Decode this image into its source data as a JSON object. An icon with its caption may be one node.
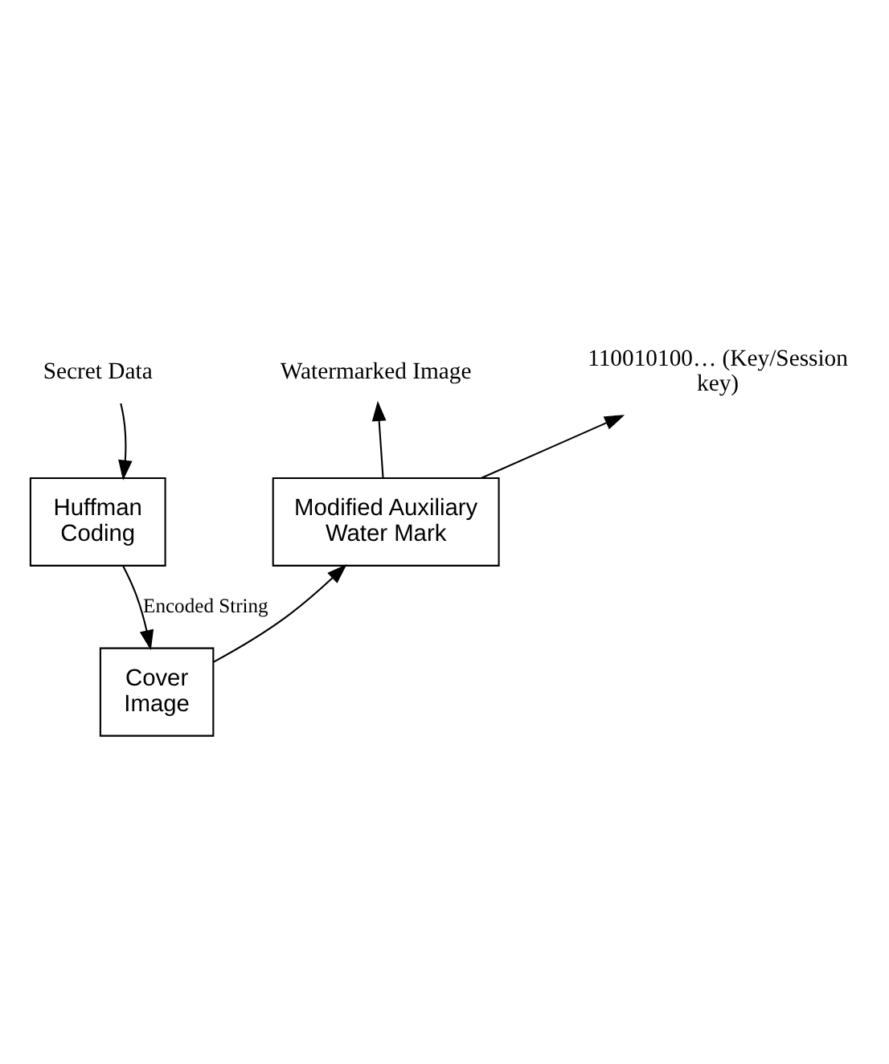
{
  "diagram": {
    "nodes": [
      {
        "text": [
          "Secret Data"
        ]
      },
      {
        "text": [
          "Huffman Coding"
        ]
      },
      {
        "text": [
          "Cover Image"
        ]
      },
      {
        "text": [
          "Modified Auxiliary Water Mark"
        ]
      },
      {
        "text": [
          "Watermarked Image"
        ]
      },
      {
        "text": [
          "110010100… (Key/Session key)"
        ]
      }
    ],
    "edges": [
      {
        "from": 0,
        "to": 1,
        "arrow": "to"
      },
      {
        "from": 1,
        "to": 2,
        "arrow": "to",
        "label": "Encoded String"
      },
      {
        "from": 2,
        "to": 3,
        "arrow": "to"
      },
      {
        "from": 3,
        "to": 4,
        "arrow": "to"
      },
      {
        "from": 3,
        "to": 5,
        "arrow": "to"
      }
    ]
  }
}
